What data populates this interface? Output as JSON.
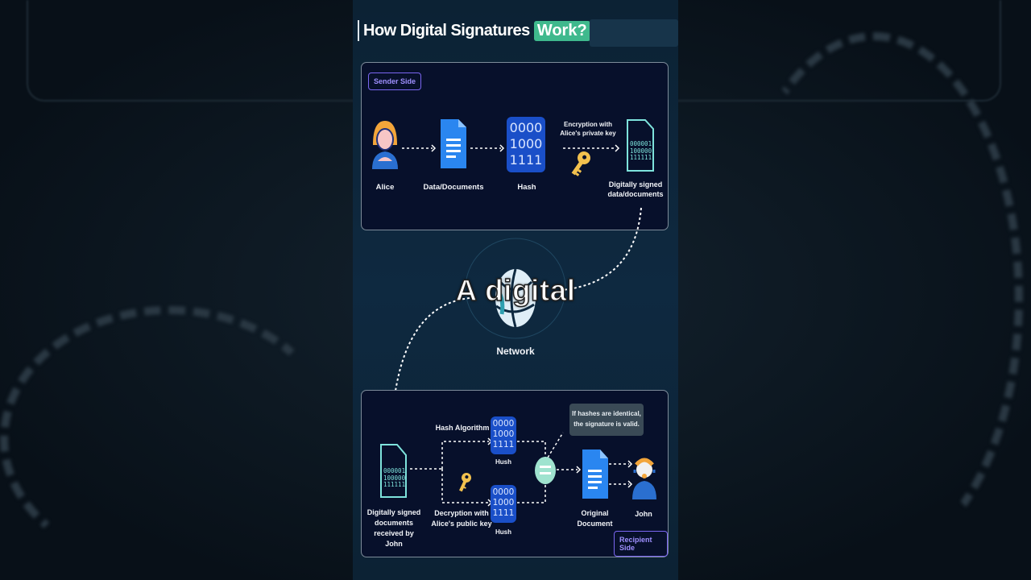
{
  "title": {
    "main": "How Digital Signatures",
    "highlight": "Work?"
  },
  "sender": {
    "tag": "Sender Side",
    "alice": "Alice",
    "data": "Data/Documents",
    "hash": "Hash",
    "hash_bits": [
      "0000",
      "1000",
      "1111"
    ],
    "encryption": "Encryption with Alice's private key",
    "signed": "Digitally signed data/documents",
    "signed_bits": [
      "000001",
      "100000",
      "111111"
    ]
  },
  "network": {
    "label": "Network"
  },
  "recipient": {
    "tag": "Recipient Side",
    "received": "Digitally signed documents received by John",
    "received_bits": [
      "000001",
      "100000",
      "111111"
    ],
    "hash_algorithm": "Hash Algorithm",
    "decryption": "Decryption with Alice's public key",
    "hush_top": "Hush",
    "hush_bottom": "Hush",
    "hash_bits": [
      "0000",
      "1000",
      "1111"
    ],
    "bubble": "If hashes are identical, the signature is valid.",
    "original": "Original Document",
    "john": "John"
  },
  "subtitle": "A digital",
  "colors": {
    "highlight": "#3fb98d",
    "hash_blue": "#1a4fc8",
    "doc_blue": "#2a86f0",
    "tag_purple": "#7a66f0",
    "key_gold": "#f2c14e",
    "equal_mint": "#9fe3cf"
  }
}
